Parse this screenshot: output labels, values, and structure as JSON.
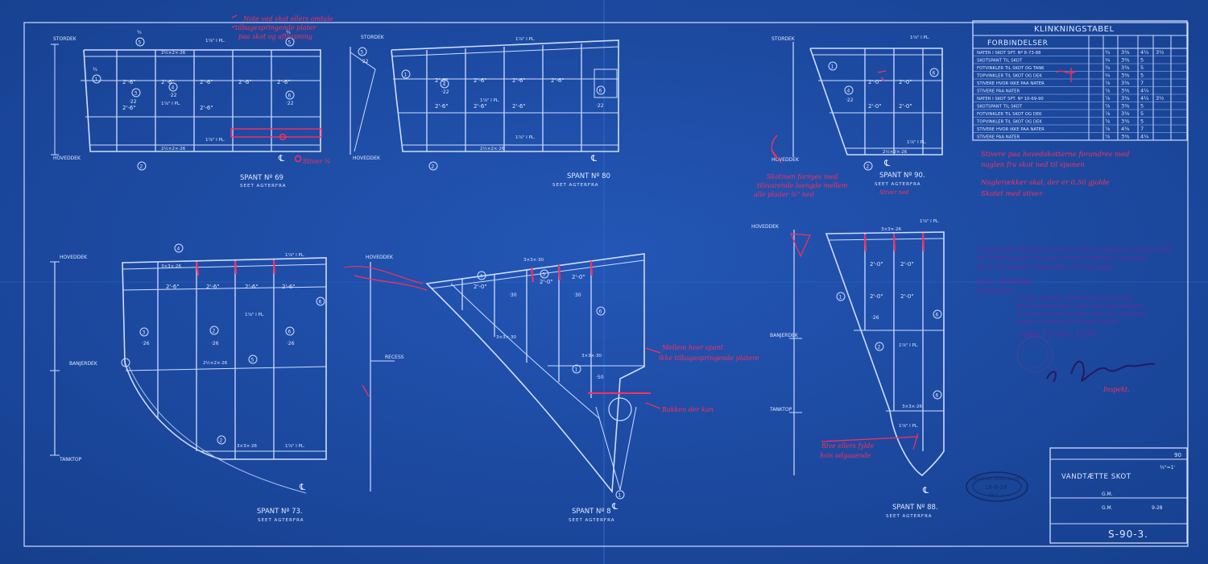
{
  "views": {
    "s69": {
      "title": "SPANT Nº 69",
      "subtitle": "SEET AGTERFRA",
      "top_label": "STORDEK",
      "bottom_label": "HOVEDDEK"
    },
    "s80": {
      "title": "SPANT Nº 80",
      "subtitle": "SEET AGTERFRA",
      "top_label": "STORDEK",
      "bottom_label": "HOVEDDEK"
    },
    "s90": {
      "title": "SPANT Nº 90.",
      "subtitle": "SEET AGTERFRA",
      "top_label": "STORDEK",
      "bottom_label": "HOVEDDEK"
    },
    "s73": {
      "title": "SPANT Nº 73.",
      "subtitle": "SEET AGTERFRA",
      "top_label": "HOVEDDEK",
      "mid_label": "BANJERDEK",
      "bottom_label": "TANKTOP"
    },
    "s8": {
      "title": "SPANT Nº 8",
      "subtitle": "SEET AGTERFRA",
      "top_label": "HOVEDDEK",
      "mid_label": "RECESS"
    },
    "s88": {
      "title": "SPANT Nº 88.",
      "subtitle": "SEET AGTERFRA",
      "top_label": "HOVEDDEK",
      "mid_label": "BANJERDEK",
      "bottom_label": "TANKTOP"
    }
  },
  "dims": {
    "spacing": "2'-6\"",
    "spacing_b": "2'-0\"",
    "plate": "1⅞\" I PL.",
    "angle_1": "2½×2×·26",
    "angle_2": "3×3×·26",
    "angle_3": "3×3×·30",
    "rivet_a": "¾",
    "rivet_b": "⅞",
    "thick_1": "·22",
    "thick_2": "·26",
    "thick_3": "·30",
    "thick_4": "·50",
    "circ": [
      "1",
      "2",
      "3",
      "4",
      "5",
      "6"
    ],
    "cl": "℄"
  },
  "table": {
    "title": "KLINKNINGSTABEL",
    "header": "FORBINDELSER",
    "rows": [
      [
        "NATER I SKOT SPT. Nº 8-73-88",
        "¾",
        "3⅜",
        "4¼",
        "3½"
      ],
      [
        "SKOTSPANT TIL SKOT",
        "¾",
        "3⅜",
        "5",
        ""
      ],
      [
        "FOTVINKLER TIL SKOT OG TANK",
        "¾",
        "3⅜",
        "5",
        ""
      ],
      [
        "TOPVINKLER TIL SKOT OG DEK",
        "¾",
        "3⅜",
        "5",
        ""
      ],
      [
        "STIVERE HVOR IKKE PAA NATER",
        "⅞",
        "3⅜",
        "7",
        ""
      ],
      [
        "STIVERE PAA NATER",
        "⅞",
        "3⅜",
        "4¼",
        ""
      ],
      [
        "NATER I SKOT SPT. Nº 10-69-90",
        "⅞",
        "3⅜",
        "4¼",
        "3½"
      ],
      [
        "SKOTSPANT TIL SKOT",
        "⅞",
        "3⅜",
        "5",
        ""
      ],
      [
        "FOTVINKLER TIL SKOT OG DEK",
        "⅞",
        "3⅜",
        "5",
        ""
      ],
      [
        "TOPVINKLER TIL SKOT OG DEK",
        "⅞",
        "3⅜",
        "5",
        ""
      ],
      [
        "STIVERE HVOR IKKE PAA NATER",
        "⅞",
        "4⅜",
        "7",
        ""
      ],
      [
        "STIVERE PAA NATER",
        "⅞",
        "3⅜",
        "4¼",
        ""
      ]
    ]
  },
  "title_block": {
    "number": "90",
    "scale": "¾\"=1'",
    "name": "VANDTÆTTE SKOT",
    "drawn": "G.M.",
    "traced": "G.M.",
    "date": "9-28",
    "drawing_no": "S-90-3."
  },
  "stamp_block": {
    "approval": [
      "Denne tegning approberes med de paa-",
      "førte bemerkninger under den forutsætning",
      "at vegtene faaes indsigter efter de i Registret",
      "anførte til dimensionerende tilfælle."
    ],
    "place_date": "Oslo 15 Okt. 1928",
    "company_stamp": [
      "AKERS MEK. VERKSTED A/S",
      "18-9-28",
      "OSLO"
    ]
  },
  "colors": {
    "paper": "#1a4aa0",
    "ink": "#dfe9ff",
    "red_ink": "#ff2e5a",
    "stamp": "#6a2a9a"
  }
}
